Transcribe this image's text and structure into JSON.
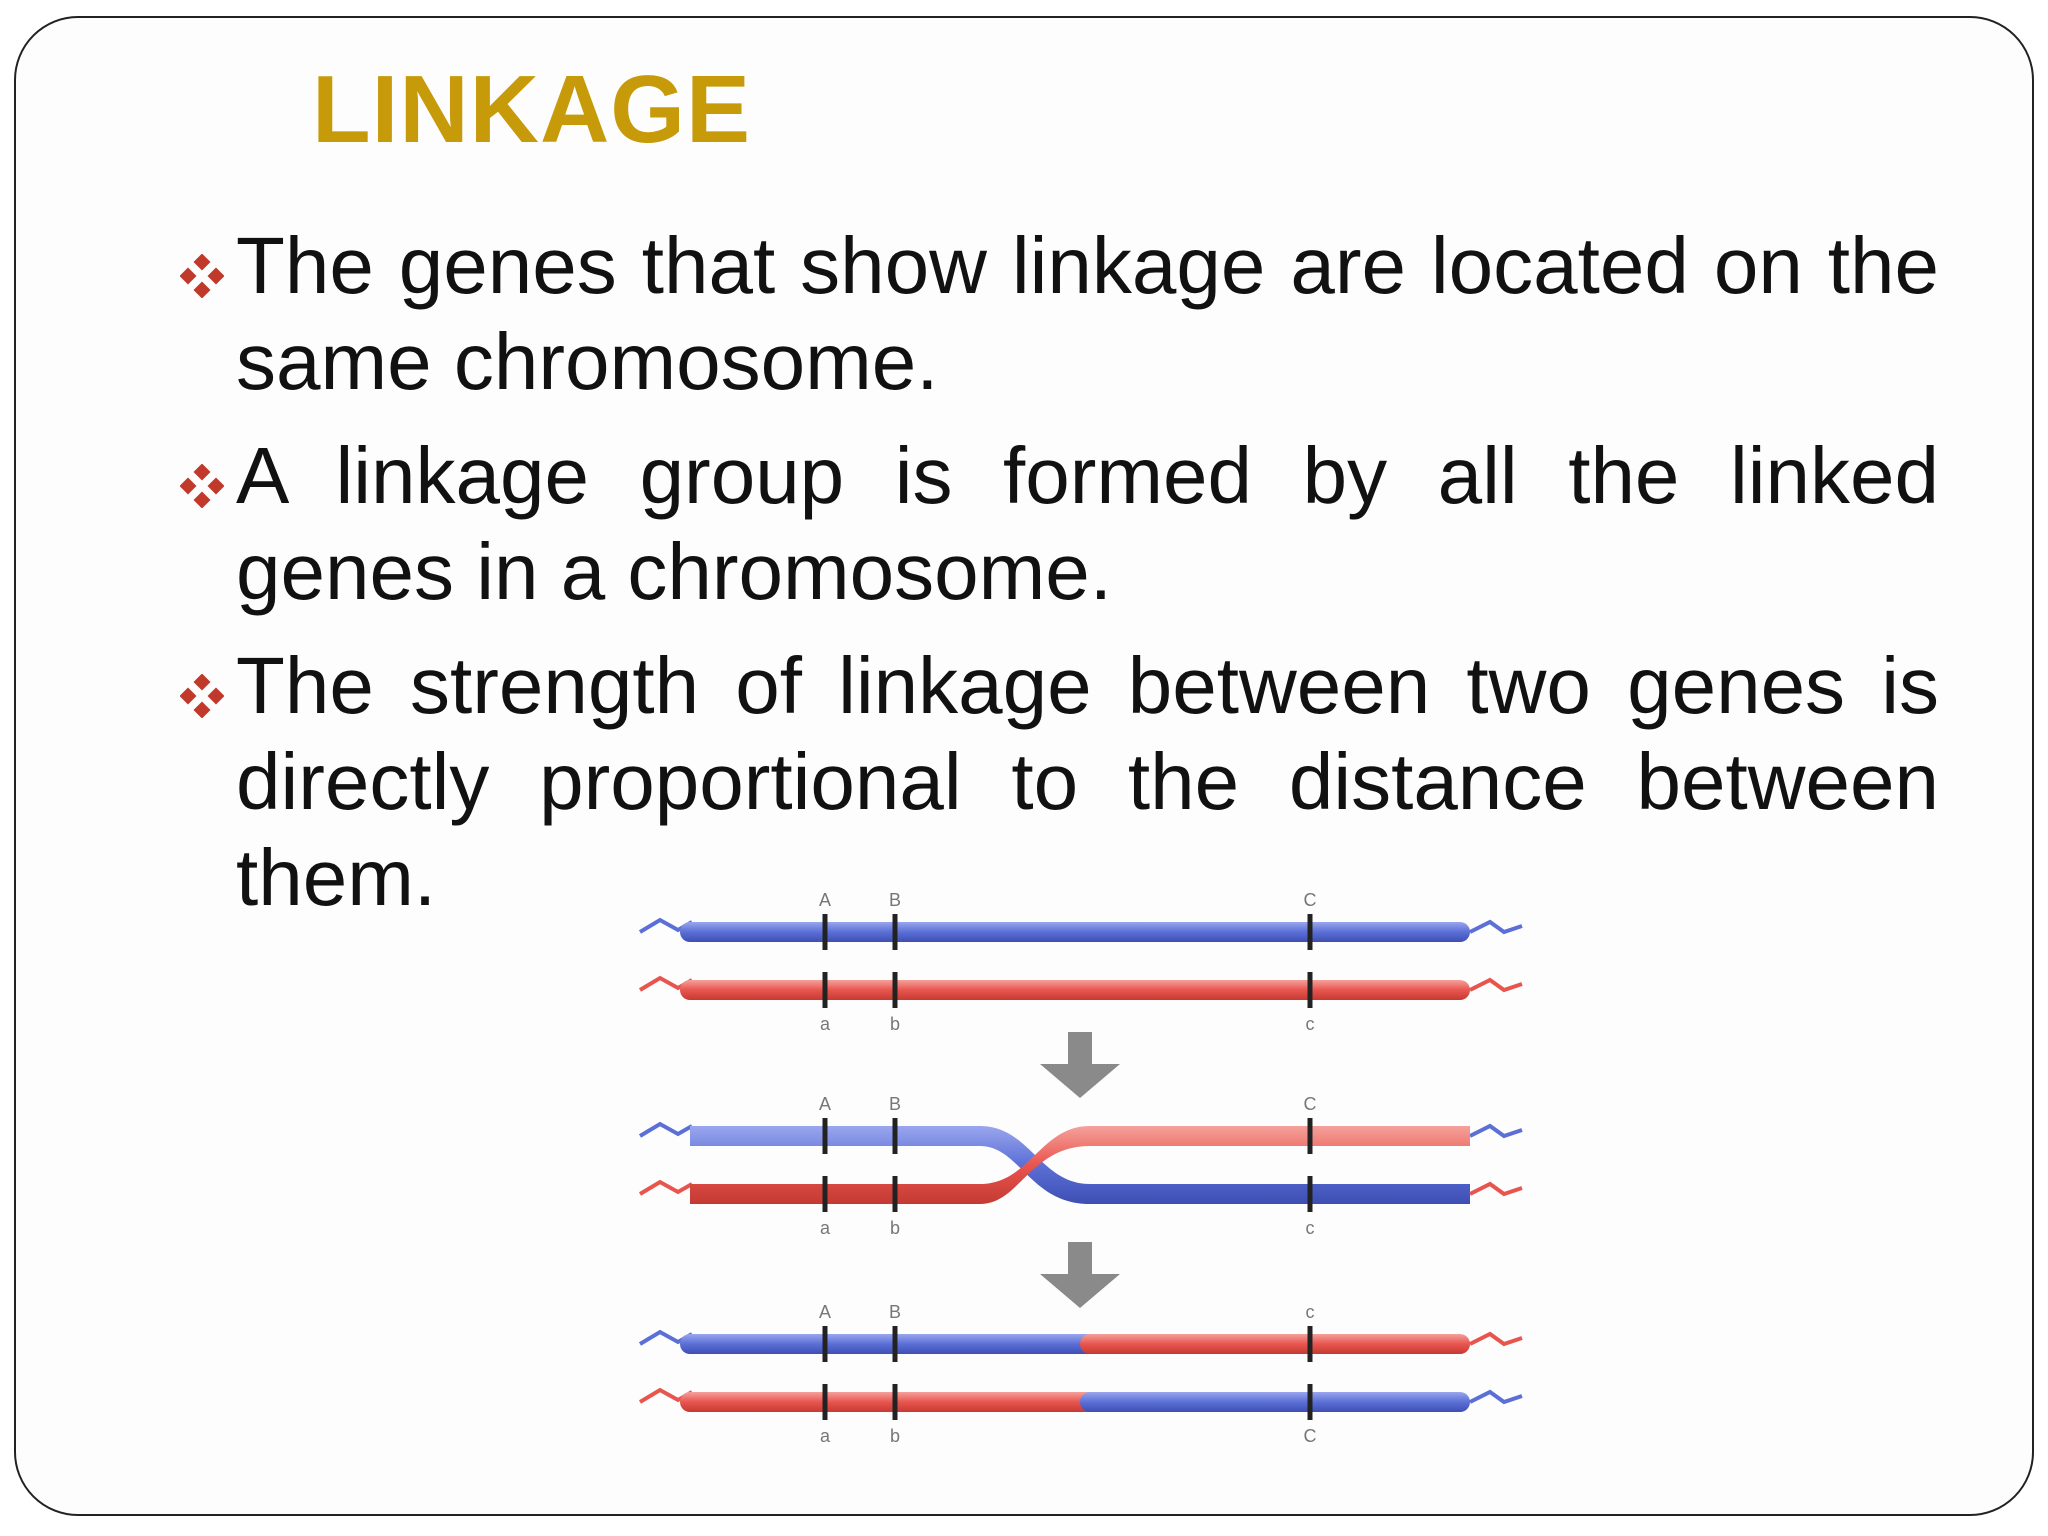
{
  "slide": {
    "title": "LINKAGE",
    "bullets": [
      {
        "text": "The genes that show linkage are located on the same chromosome."
      },
      {
        "text": "A linkage group is formed by all the linked genes in a  chromosome."
      },
      {
        "text": "The strength of linkage between two genes is directly proportional to the distance between them."
      }
    ]
  },
  "colors": {
    "title": "#c79a0a",
    "bullet_icon": "#c0392b",
    "chromosome_blue": "#5b6fd6",
    "chromosome_red": "#e8554e",
    "arrow": "#8a8a8a"
  },
  "figure": {
    "rows": [
      {
        "top_labels": [
          "A",
          "B",
          "C"
        ],
        "bottom_labels": [
          "a",
          "b",
          "c"
        ]
      },
      {
        "top_labels": [
          "A",
          "B",
          "C"
        ],
        "bottom_labels": [
          "a",
          "b",
          "c"
        ]
      },
      {
        "top_labels": [
          "A",
          "B",
          "c"
        ],
        "bottom_labels": [
          "a",
          "b",
          "C"
        ]
      }
    ]
  }
}
